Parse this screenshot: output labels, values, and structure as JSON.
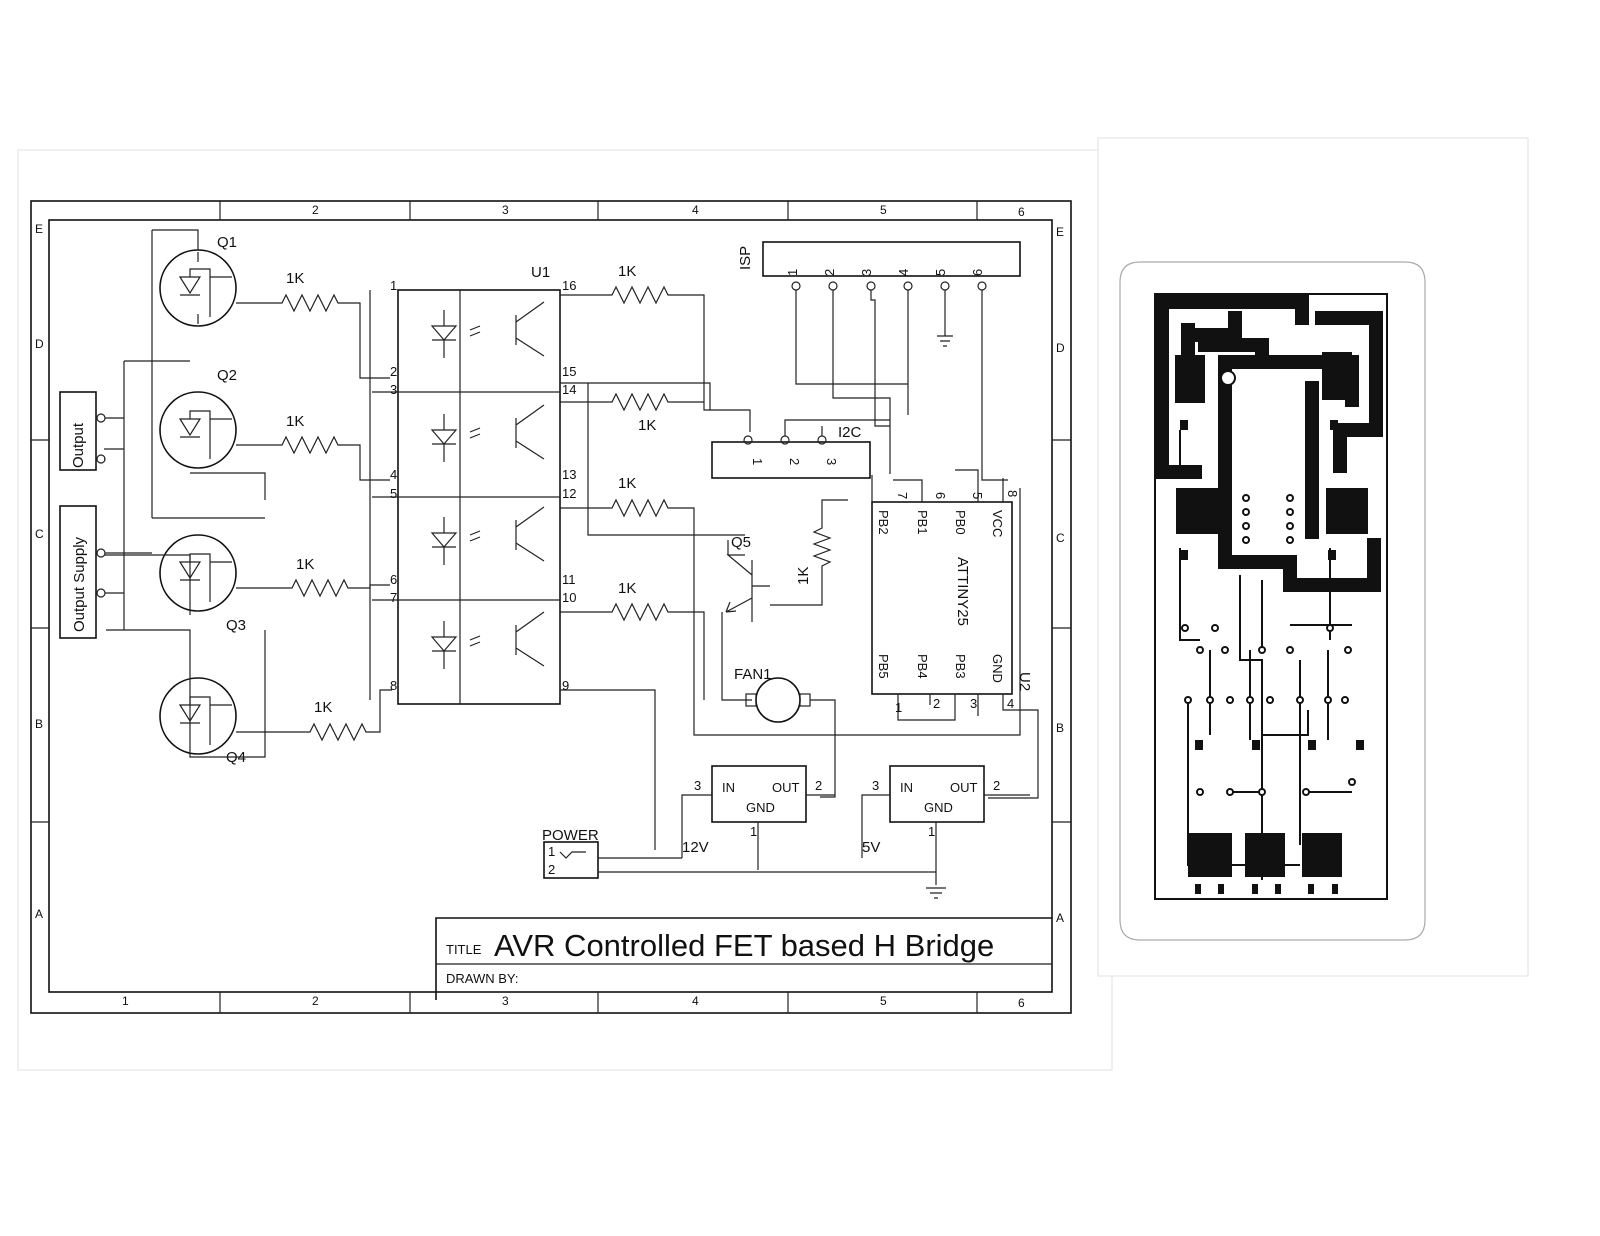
{
  "schematic": {
    "title_label": "TITLE",
    "title": "AVR Controlled FET based H Bridge",
    "drawn_by_label": "DRAWN BY:",
    "grid_columns": [
      "1",
      "2",
      "3",
      "4",
      "5",
      "6"
    ],
    "grid_rows": [
      "E",
      "D",
      "C",
      "B",
      "A"
    ],
    "transistors": [
      "Q1",
      "Q2",
      "Q3",
      "Q4"
    ],
    "resistor_value": "1K",
    "optocoupler": "U1",
    "opto_pins_left": [
      "1",
      "2",
      "3",
      "4",
      "5",
      "6",
      "7",
      "8"
    ],
    "opto_pins_right": [
      "16",
      "15",
      "14",
      "13",
      "12",
      "11",
      "10",
      "9"
    ],
    "connectors": {
      "output": "Output",
      "output_supply": "Output Supply",
      "isp": "ISP",
      "isp_pins": [
        "1",
        "2",
        "3",
        "4",
        "5",
        "6"
      ],
      "i2c": "I2C",
      "i2c_pins": [
        "1",
        "2",
        "3"
      ],
      "power": "POWER",
      "power_pins": [
        "1",
        "2"
      ]
    },
    "mcu": {
      "name": "ATTINY25",
      "ref": "U2",
      "top_pins": [
        "PB2",
        "PB1",
        "PB0",
        "VCC"
      ],
      "top_pin_numbers": [
        "7",
        "6",
        "5",
        "8"
      ],
      "bottom_pins": [
        "PB5",
        "PB4",
        "PB3",
        "GND"
      ],
      "bottom_pin_numbers": [
        "1",
        "2",
        "3",
        "4"
      ]
    },
    "q5": "Q5",
    "fan": "FAN1",
    "regulators": [
      {
        "in": "IN",
        "out": "OUT",
        "gnd": "GND",
        "pin_in": "3",
        "pin_out": "2",
        "pin_gnd": "1",
        "rail": "12V"
      },
      {
        "in": "IN",
        "out": "OUT",
        "gnd": "GND",
        "pin_in": "3",
        "pin_out": "2",
        "pin_gnd": "1",
        "rail": "5V"
      }
    ]
  }
}
